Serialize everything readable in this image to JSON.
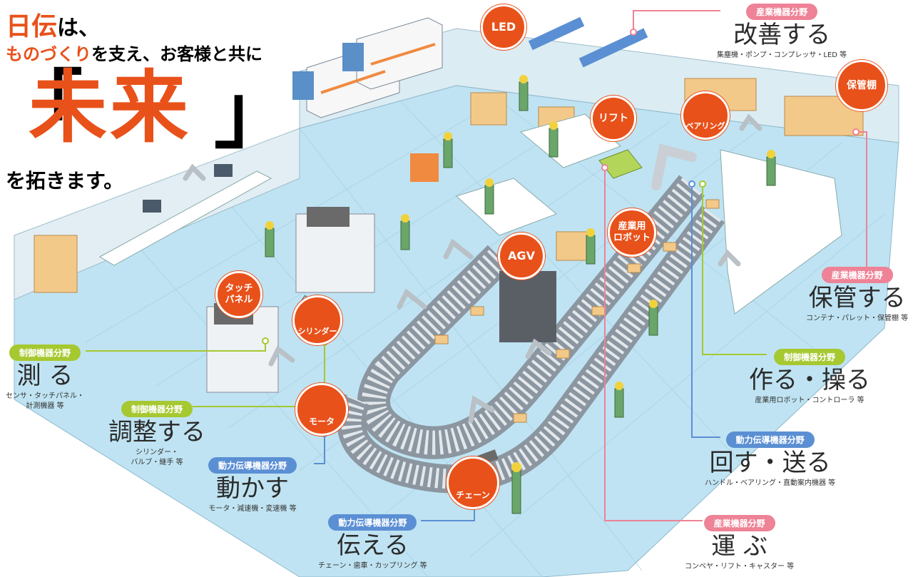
{
  "headline": {
    "line1_brand": "日伝",
    "line1_rest": "は、",
    "line2_emphasis": "ものづくり",
    "line2_rest": "を支え、お客様と共に",
    "bracket_open": "「",
    "big_word": "未来",
    "bracket_close": "」",
    "line4": "を拓きます。"
  },
  "categories": {
    "kaizen": {
      "tag": "産業機器分野",
      "verb": "改善する",
      "items": "集塵機・ポンプ・コンプレッサ・LED 等"
    },
    "hokan": {
      "tag": "産業機器分野",
      "verb": "保管する",
      "items": "コンテナ・パレット・保管棚 等"
    },
    "tsukuru": {
      "tag": "制御機器分野",
      "verb": "作る・操る",
      "items": "産業用ロボット・コントローラ 等"
    },
    "mawasu": {
      "tag": "動力伝導機器分野",
      "verb": "回す・送る",
      "items": "ハンドル・ベアリング・直動案内機器 等"
    },
    "hakobu": {
      "tag": "産業機器分野",
      "verb": "運 ぶ",
      "items": "コンベヤ・リフト・キャスター 等"
    },
    "hakaru": {
      "tag": "制御機器分野",
      "verb": "測 る",
      "items_line1": "センサ・タッチパネル・",
      "items_line2": "計測機器 等"
    },
    "chosei": {
      "tag": "制御機器分野",
      "verb": "調整する",
      "items_line1": "シリンダー・",
      "items_line2": "バルブ・継手 等"
    },
    "ugokasu": {
      "tag": "動力伝導機器分野",
      "verb": "動かす",
      "items": "モータ・減速機・変速機 等"
    },
    "tsutaeru": {
      "tag": "動力伝導機器分野",
      "verb": "伝える",
      "items": "チェーン・歯車・カップリング 等"
    }
  },
  "bubbles": {
    "led": "LED",
    "lift": "リフト",
    "bearing": "ベアリング",
    "storage_shelf": "保管棚",
    "robot_l1": "産業用",
    "robot_l2": "ロボット",
    "agv": "AGV",
    "touch_l1": "タッチ",
    "touch_l2": "パネル",
    "cylinder": "シリンダー",
    "motor": "モータ",
    "chain": "チェーン"
  },
  "colors": {
    "accent_orange": "#e8511a",
    "industrial_pink": "#ee8296",
    "control_green": "#a6c830",
    "power_blue": "#5b8fd4",
    "floor_blue": "#bfe3f2"
  }
}
